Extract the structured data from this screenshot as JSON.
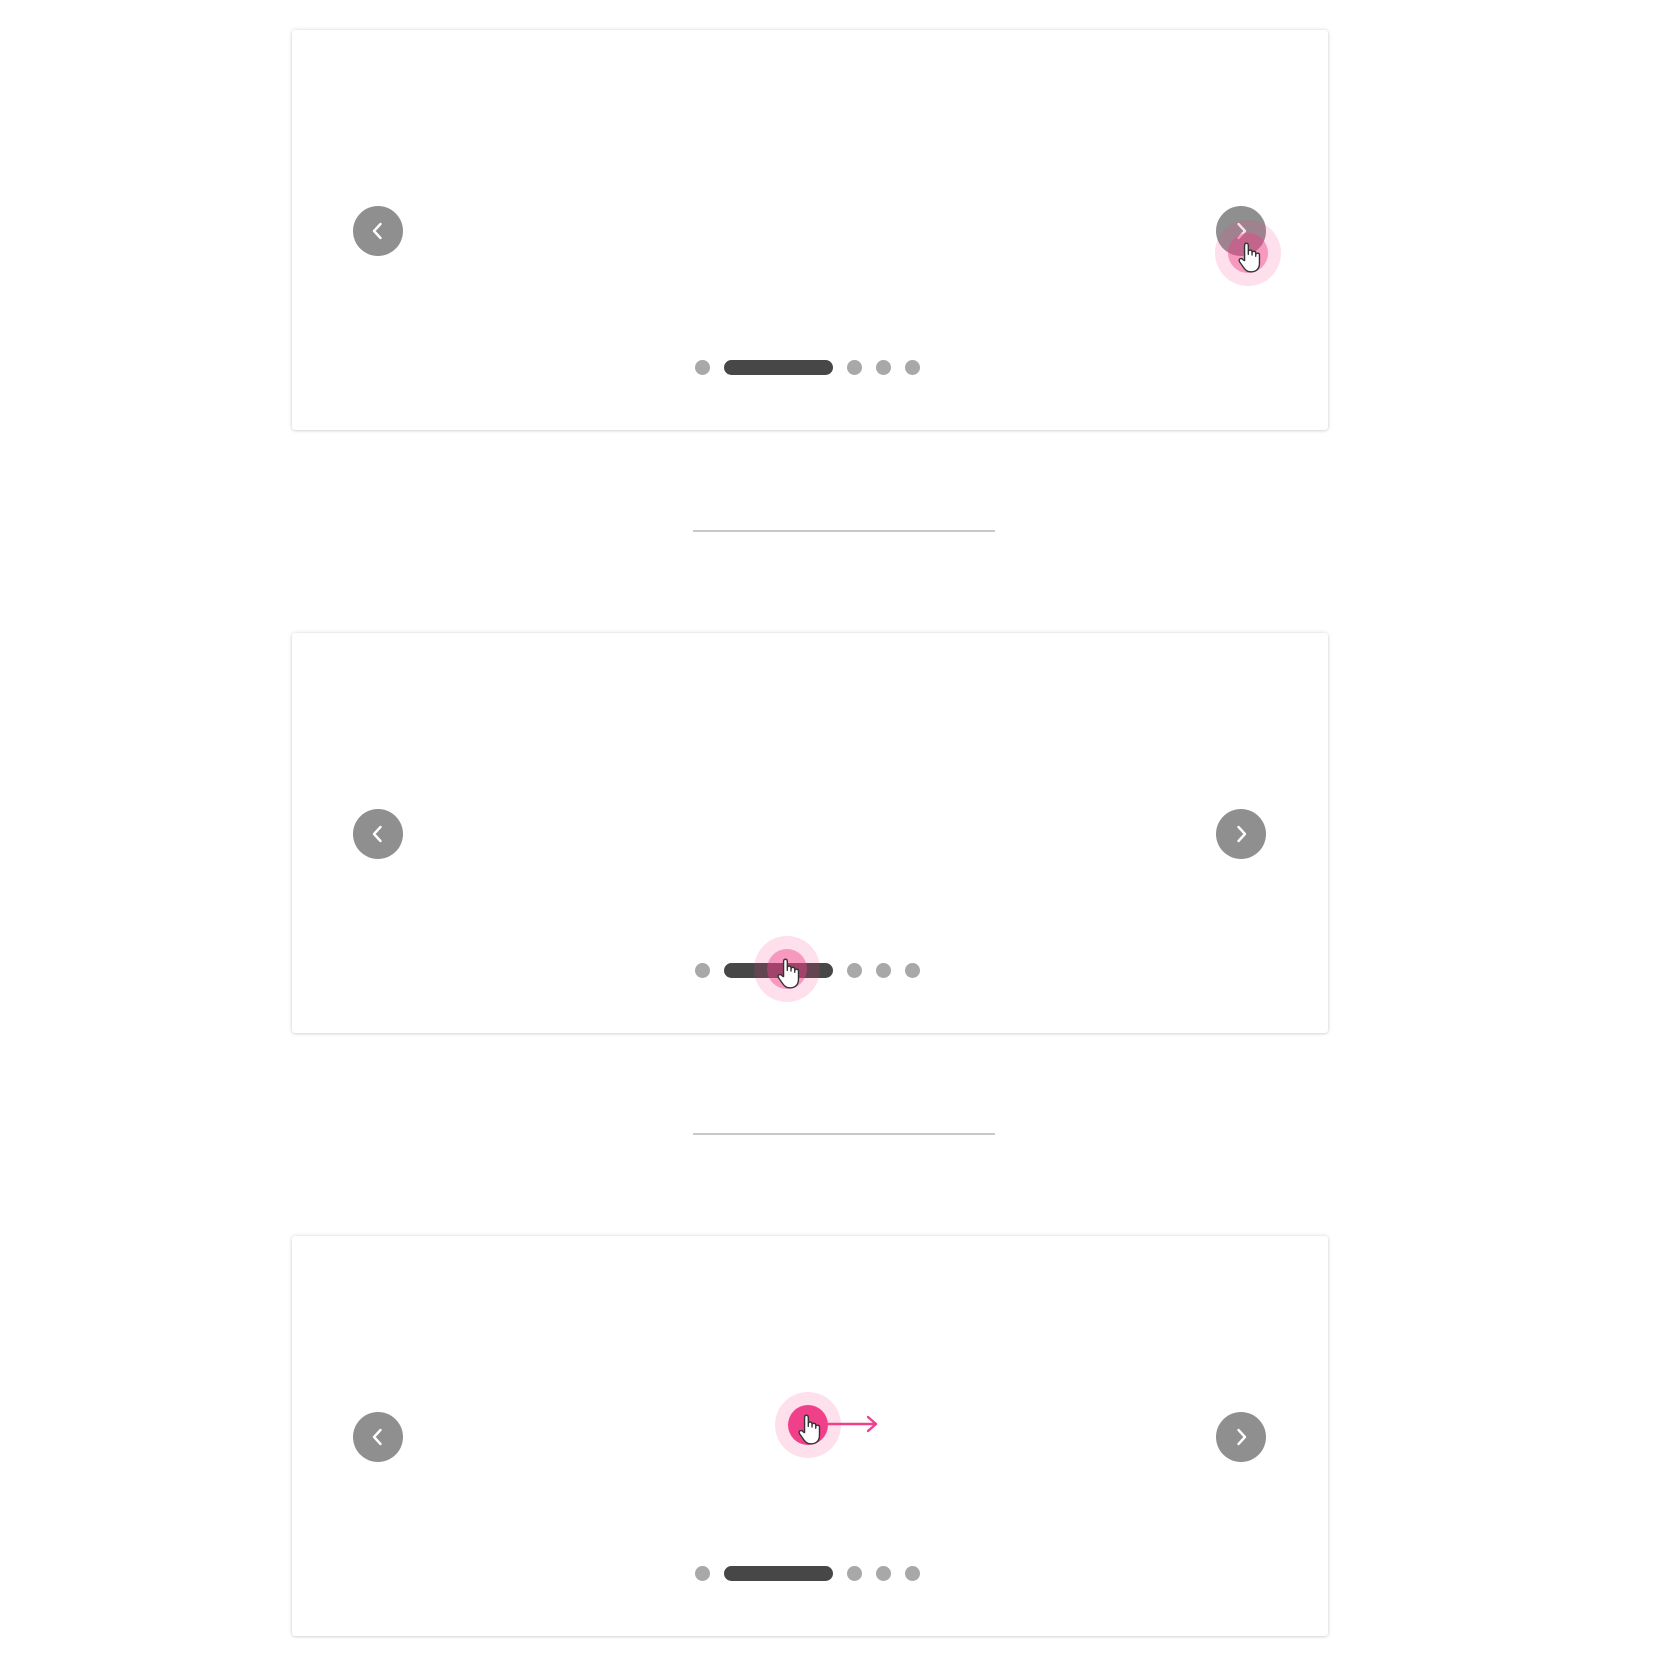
{
  "carousels": [
    {
      "prev_icon": "chevron-left-icon",
      "next_icon": "chevron-right-icon",
      "pagination": {
        "total": 5,
        "active_index": 1
      },
      "gesture": {
        "type": "tap",
        "target": "next-button",
        "icon": "hand-pointer-icon"
      }
    },
    {
      "prev_icon": "chevron-left-icon",
      "next_icon": "chevron-right-icon",
      "pagination": {
        "total": 5,
        "active_index": 1
      },
      "gesture": {
        "type": "tap",
        "target": "pagination-indicator",
        "icon": "hand-pointer-icon"
      }
    },
    {
      "prev_icon": "chevron-left-icon",
      "next_icon": "chevron-right-icon",
      "pagination": {
        "total": 5,
        "active_index": 1
      },
      "gesture": {
        "type": "swipe",
        "direction": "right",
        "target": "slide-area",
        "icon": "hand-pointer-icon"
      }
    }
  ],
  "colors": {
    "nav_button": "#8f8f8f",
    "dot_inactive": "#a8a8a8",
    "dot_active": "#474747",
    "gesture_accent": "#f0408a",
    "divider": "#c8c8c8"
  }
}
